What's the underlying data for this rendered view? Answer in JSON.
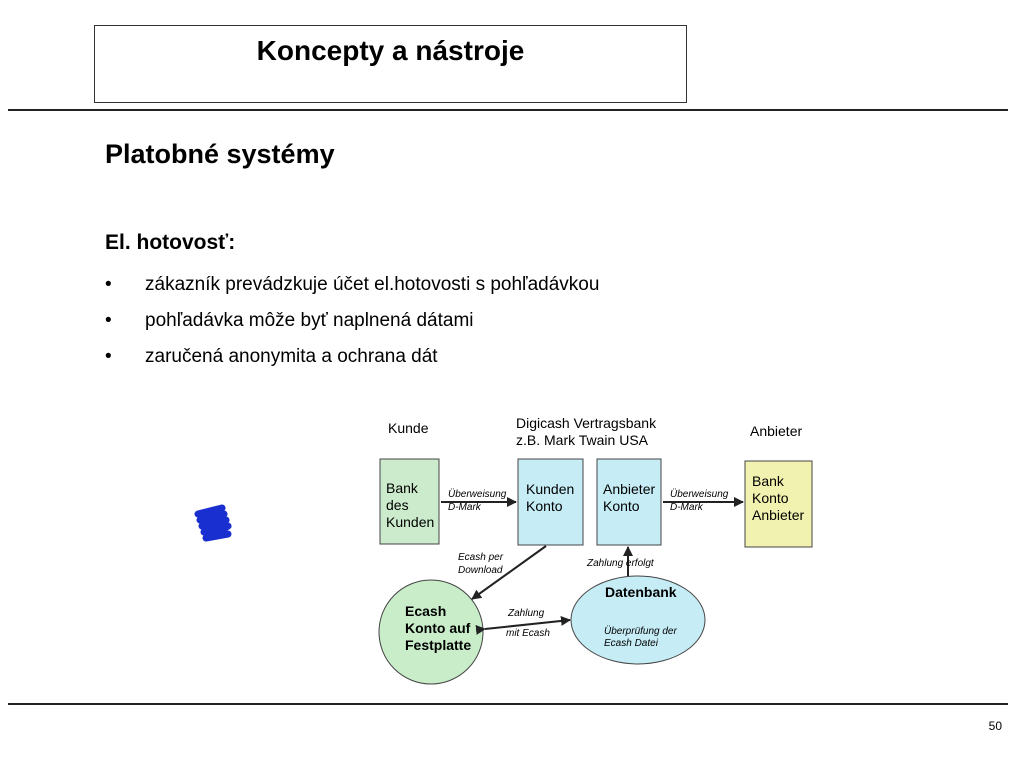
{
  "title": "Koncepty  a nástroje",
  "heading": "Platobné systémy",
  "subheading": "El. hotovosť:",
  "bullet_char": "•",
  "bullets": [
    "zákazník prevádzkuje účet el.hotovosti s pohľadávkou",
    "pohľadávka môže byť naplnená dátami",
    "zaručená anonymita a ochrana dát"
  ],
  "diagram": {
    "label_kunde": "Kunde",
    "label_digicash_1": "Digicash Vertragsbank",
    "label_digicash_2": "z.B. Mark Twain USA",
    "label_anbieter": "Anbieter",
    "box_bank_kunden": [
      "Bank",
      "des",
      "Kunden"
    ],
    "box_kunden_konto": [
      "Kunden",
      "Konto"
    ],
    "box_anbieter_konto": [
      "Anbieter",
      "Konto"
    ],
    "box_bank_anbieter": [
      "Bank",
      "Konto",
      "Anbieter"
    ],
    "arrow_uberweisung_1": [
      "Überweisung",
      "D-Mark"
    ],
    "arrow_uberweisung_2": [
      "Überweisung",
      "D-Mark"
    ],
    "arrow_ecash_download": [
      "Ecash per",
      "Download"
    ],
    "arrow_zahlung_erfolgt": "Zahlung erfolgt",
    "circle_ecash": [
      "Ecash",
      "Konto auf",
      "Festplatte"
    ],
    "ellipse_datenbank_title": "Datenbank",
    "ellipse_datenbank_sub": [
      "Überprüfung der",
      "Ecash Datei"
    ],
    "arrow_zahlung_ecash": [
      "Zahlung",
      "mit Ecash"
    ]
  },
  "colors": {
    "green_box": "#ccebcc",
    "blue_box": "#c6ecf6",
    "yellow_box": "#f2f2b0",
    "green_circle": "#c9edc9",
    "blue_ellipse": "#c6ecf6",
    "squiggle": "#1a2fcf"
  },
  "page_number": "50"
}
